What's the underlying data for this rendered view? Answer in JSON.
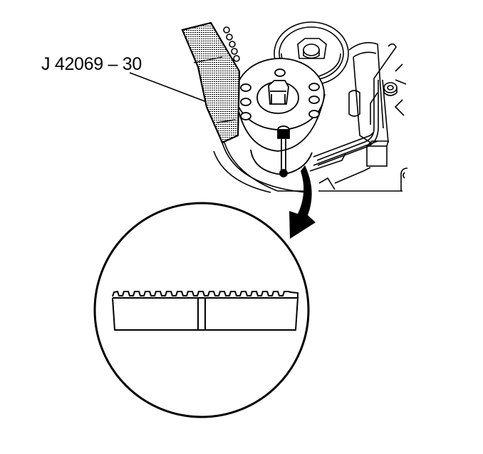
{
  "figure": {
    "callout_label": "J 42069 – 30",
    "colors": {
      "ink": "#000000",
      "background": "#ffffff"
    },
    "parts": [
      "timing-belt-holder-tool",
      "camshaft-sprocket",
      "sprocket-bolt",
      "locating-pin",
      "tensioner-pulley",
      "tensioner-arm",
      "detail-arrow",
      "detail-circle-inset",
      "timing-belt-cross-section"
    ]
  }
}
